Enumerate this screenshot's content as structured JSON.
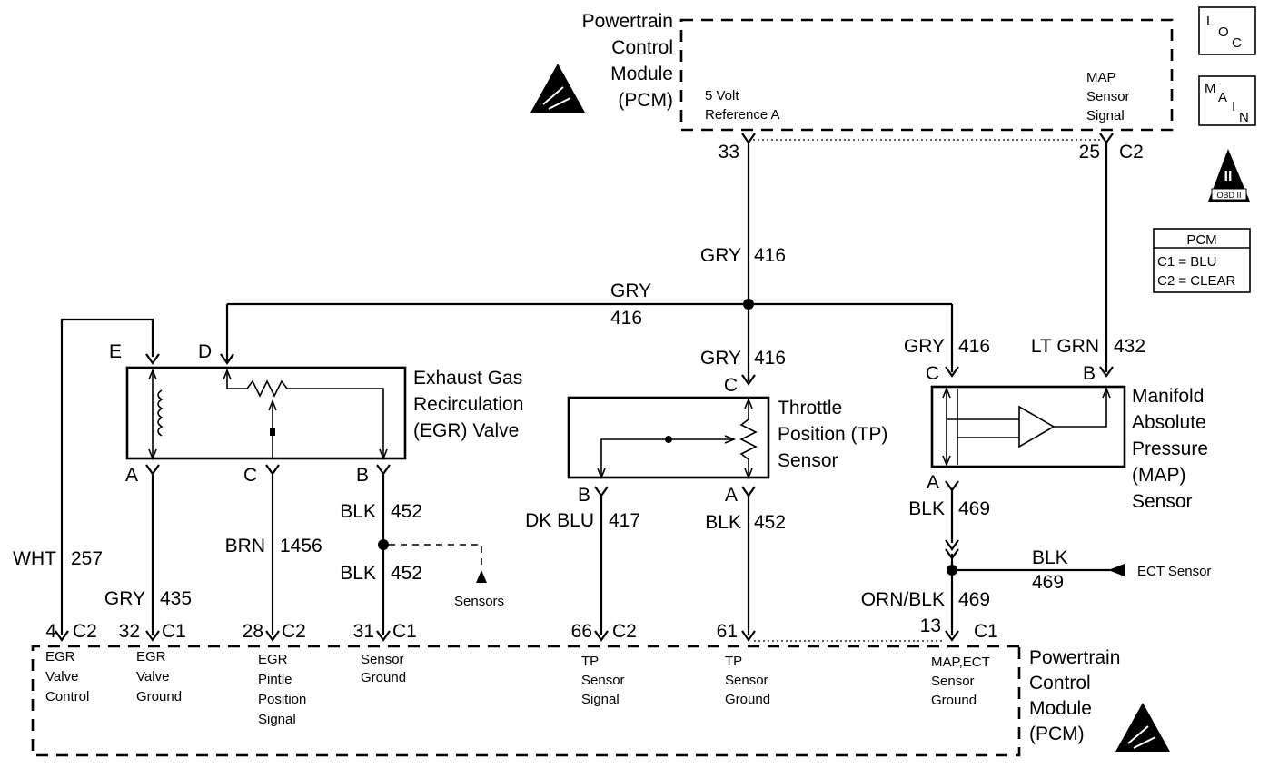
{
  "pcm_top": {
    "title": [
      "Powertrain",
      "Control",
      "Module",
      "(PCM)"
    ],
    "pins": [
      {
        "label": [
          "5 Volt",
          "Reference A"
        ],
        "pin": "33",
        "conn": ""
      },
      {
        "label": [
          "MAP",
          "Sensor",
          "Signal"
        ],
        "pin": "25",
        "conn": "C2"
      }
    ]
  },
  "badges": {
    "loc": [
      "L",
      "O",
      "C"
    ],
    "main": [
      "M",
      "A",
      "I",
      "N"
    ],
    "obd": {
      "numeral": "II",
      "text": "OBD II"
    }
  },
  "legend": {
    "title": "PCM",
    "lines": [
      "C1 = BLU",
      "C2 = CLEAR"
    ]
  },
  "components": {
    "egr": [
      "Exhaust Gas",
      "Recirculation",
      "(EGR) Valve"
    ],
    "tp": [
      "Throttle",
      "Position (TP)",
      "Sensor"
    ],
    "map": [
      "Manifold",
      "Absolute",
      "Pressure",
      "(MAP)",
      "Sensor"
    ]
  },
  "terminals": {
    "egr_e": "E",
    "egr_d": "D",
    "egr_a": "A",
    "egr_c": "C",
    "egr_b": "B",
    "tp_c": "C",
    "tp_b": "B",
    "tp_a": "A",
    "map_c": "C",
    "map_b": "B",
    "map_a": "A"
  },
  "wires": {
    "gry416_main_color": "GRY",
    "gry416_main_num": "416",
    "gry416_bus_color": "GRY",
    "gry416_bus_num": "416",
    "gry416_tp_color": "GRY",
    "gry416_tp_num": "416",
    "gry416_map_color": "GRY",
    "gry416_map_num": "416",
    "ltgrn432_color": "LT GRN",
    "ltgrn432_num": "432",
    "wht257_color": "WHT",
    "wht257_num": "257",
    "gry435_color": "GRY",
    "gry435_num": "435",
    "brn1456_color": "BRN",
    "brn1456_num": "1456",
    "blk452_upper_color": "BLK",
    "blk452_upper_num": "452",
    "blk452_lower_color": "BLK",
    "blk452_lower_num": "452",
    "dkblu417_color": "DK BLU",
    "dkblu417_num": "417",
    "blk452_tp_color": "BLK",
    "blk452_tp_num": "452",
    "blk469_upper_color": "BLK",
    "blk469_upper_num": "469",
    "blk469_ect_color": "BLK",
    "blk469_ect_num": "469",
    "ornblk469_color": "ORN/BLK",
    "ornblk469_num": "469"
  },
  "aux_labels": {
    "sensors": "Sensors",
    "ect": "ECT Sensor"
  },
  "pcm_bottom": {
    "title": [
      "Powertrain",
      "Control",
      "Module",
      "(PCM)"
    ],
    "pins": [
      {
        "pin": "4",
        "conn": "C2",
        "label": [
          "EGR",
          "Valve",
          "Control"
        ]
      },
      {
        "pin": "32",
        "conn": "C1",
        "label": [
          "EGR",
          "Valve",
          "Ground"
        ]
      },
      {
        "pin": "28",
        "conn": "C2",
        "label": [
          "EGR",
          "Pintle",
          "Position",
          "Signal"
        ]
      },
      {
        "pin": "31",
        "conn": "C1",
        "label": [
          "Sensor",
          "Ground"
        ]
      },
      {
        "pin": "66",
        "conn": "C2",
        "label": [
          "TP",
          "Sensor",
          "Signal"
        ]
      },
      {
        "pin": "61",
        "conn": "",
        "label": [
          "TP",
          "Sensor",
          "Ground"
        ]
      },
      {
        "pin": "13",
        "conn": "C1",
        "label": [
          "MAP,ECT",
          "Sensor",
          "Ground"
        ]
      }
    ]
  }
}
